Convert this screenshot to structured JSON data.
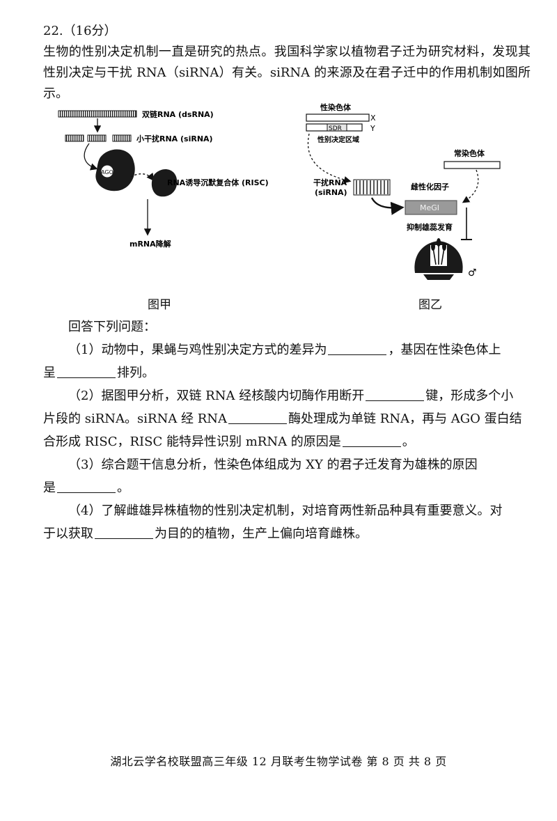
{
  "question": {
    "number_score": "22.（16分）",
    "intro": "生物的性别决定机制一直是研究的热点。我国科学家以植物君子迁为研究材料，发现其性别决定与干扰 RNA（siRNA）有关。siRNA 的来源及在君子迁中的作用机制如图所示。"
  },
  "figure_jia": {
    "caption": "图甲",
    "labels": {
      "dsrna": "双链RNA (dsRNA)",
      "sirna": "小干扰RNA (siRNA)",
      "ago": "AGO",
      "risc": "RNA诱导沉默复合体 (RISC)",
      "degrade": "mRNA降解"
    }
  },
  "figure_yi": {
    "caption": "图乙",
    "labels": {
      "sex_chrom": "性染色体",
      "x": "X",
      "y": "Y",
      "sdr": "SDR",
      "sdr_name": "性别决定区域",
      "autosome": "常染色体",
      "sirna1": "干扰RNA",
      "sirna2": "(siRNA)",
      "female_factor": "雌性化因子",
      "megi": "MeGI",
      "inhibit": "抑制雄蕊发育",
      "male": "♂"
    }
  },
  "answers_intro": "回答下列问题：",
  "q1": {
    "a": "（1）动物中，果蝇与鸡性别决定方式的差异为",
    "b": "，基因在性染色体上",
    "c": "呈",
    "d": "排列。"
  },
  "q2": {
    "a": "（2）据图甲分析，双链 RNA 经核酸内切酶作用断开",
    "b": "键，形成多个小",
    "c": "片段的 siRNA。siRNA 经 RNA",
    "d": "酶处理成为单链 RNA，再与 AGO 蛋白结",
    "e": "合形成 RISC，RISC 能特异性识别 mRNA 的原因是",
    "f": "。"
  },
  "q3": {
    "a": "（3）综合题干信息分析，性染色体组成为 XY 的君子迁发育为雄株的原因",
    "b": "是",
    "c": "。"
  },
  "q4": {
    "a": "（4）了解雌雄异株植物的性别决定机制，对培育两性新品种具有重要意义。对",
    "b": "于以获取",
    "c": "为目的的植物，生产上偏向培育雌株。"
  },
  "footer": "湖北云学名校联盟高三年级 12 月联考生物学试卷 第 8 页 共 8 页"
}
